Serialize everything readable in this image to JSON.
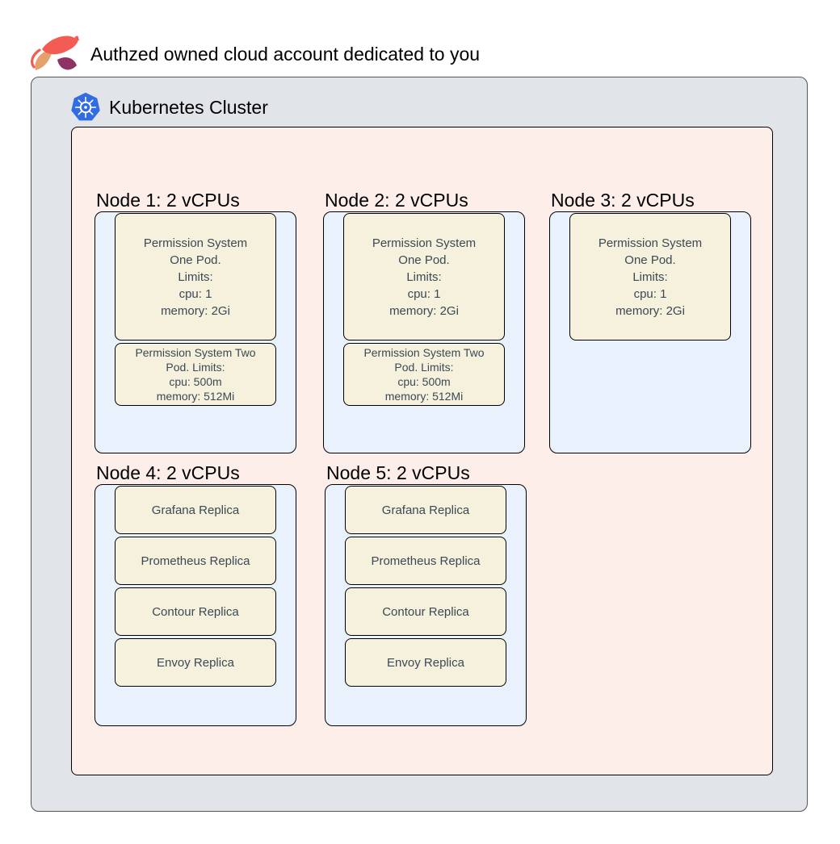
{
  "header": {
    "title": "Authzed owned cloud account dedicated to you"
  },
  "cluster": {
    "title": "Kubernetes Cluster",
    "nodes": [
      {
        "id": "node-1",
        "label": "Node 1: 2 vCPUs",
        "pods": [
          {
            "name": "permission-system-one-pod",
            "lines": [
              "Permission System",
              "One Pod.",
              "Limits:",
              "cpu: 1",
              "memory: 2Gi"
            ]
          },
          {
            "name": "permission-system-two-pod",
            "lines": [
              "Permission System Two",
              "Pod. Limits:",
              "cpu: 500m",
              "memory: 512Mi"
            ]
          }
        ]
      },
      {
        "id": "node-2",
        "label": "Node 2: 2 vCPUs",
        "pods": [
          {
            "name": "permission-system-one-pod",
            "lines": [
              "Permission System",
              "One Pod.",
              "Limits:",
              "cpu: 1",
              "memory: 2Gi"
            ]
          },
          {
            "name": "permission-system-two-pod",
            "lines": [
              "Permission System Two",
              "Pod. Limits:",
              "cpu: 500m",
              "memory: 512Mi"
            ]
          }
        ]
      },
      {
        "id": "node-3",
        "label": "Node 3: 2 vCPUs",
        "pods": [
          {
            "name": "permission-system-one-pod",
            "lines": [
              "Permission System",
              "One Pod.",
              "Limits:",
              "cpu: 1",
              "memory: 2Gi"
            ]
          }
        ]
      },
      {
        "id": "node-4",
        "label": "Node 4: 2 vCPUs",
        "pods": [
          {
            "name": "grafana-replica-pod",
            "lines": [
              "Grafana Replica"
            ]
          },
          {
            "name": "prometheus-replica-pod",
            "lines": [
              "Prometheus Replica"
            ]
          },
          {
            "name": "contour-replica-pod",
            "lines": [
              "Contour Replica"
            ]
          },
          {
            "name": "envoy-replica-pod",
            "lines": [
              "Envoy Replica"
            ]
          }
        ]
      },
      {
        "id": "node-5",
        "label": "Node 5: 2 vCPUs",
        "pods": [
          {
            "name": "grafana-replica-pod",
            "lines": [
              "Grafana Replica"
            ]
          },
          {
            "name": "prometheus-replica-pod",
            "lines": [
              "Prometheus Replica"
            ]
          },
          {
            "name": "contour-replica-pod",
            "lines": [
              "Contour Replica"
            ]
          },
          {
            "name": "envoy-replica-pod",
            "lines": [
              "Envoy Replica"
            ]
          }
        ]
      }
    ]
  },
  "icons": {
    "header_logo": "authzed-planet-logo",
    "cluster_logo": "kubernetes-helm-logo"
  },
  "colors": {
    "page_bg": "#ffffff",
    "text": "#000000",
    "account_box_fill": "#e1e4e8",
    "account_box_border": "#555555",
    "cluster_fill": "#fdeeea",
    "node_fill": "#e9f1fc",
    "pod_fill": "#f5f1dc",
    "box_border": "#000000",
    "pod_text": "#3b4956",
    "kubernetes_blue": "#326ce5",
    "authzed_coral": "#f25c54",
    "authzed_sand": "#e5a06e",
    "authzed_plum": "#8e3364"
  }
}
